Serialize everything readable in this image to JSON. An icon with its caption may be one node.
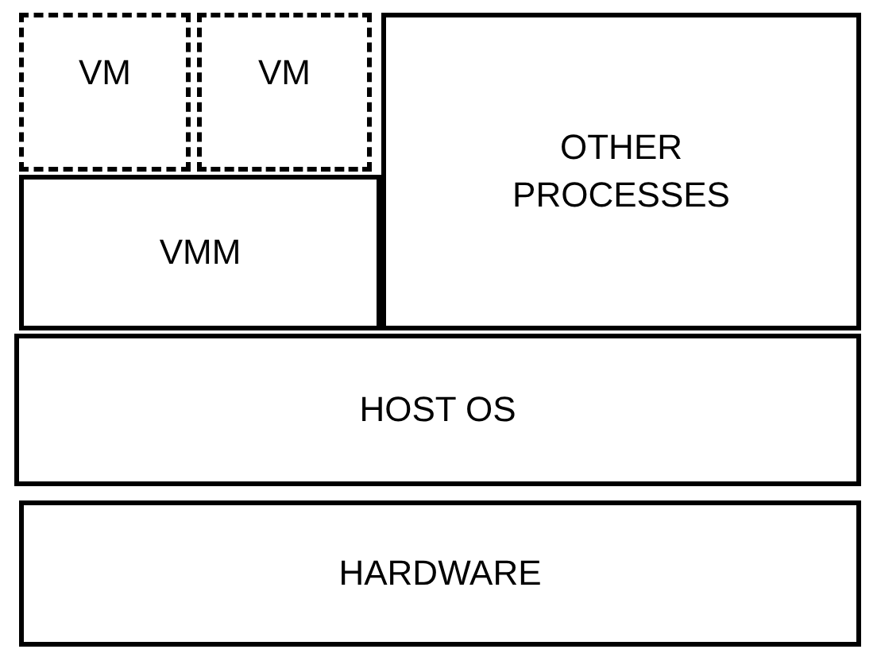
{
  "diagram": {
    "nodes": [
      {
        "text": [
          "VM"
        ]
      },
      {
        "text": [
          "VM"
        ]
      },
      {
        "text": [
          "VMM"
        ]
      },
      {
        "text": [
          "OTHER PROCESSES"
        ]
      },
      {
        "text": [
          "HOST OS"
        ]
      },
      {
        "text": [
          "HARDWARE"
        ]
      }
    ]
  }
}
